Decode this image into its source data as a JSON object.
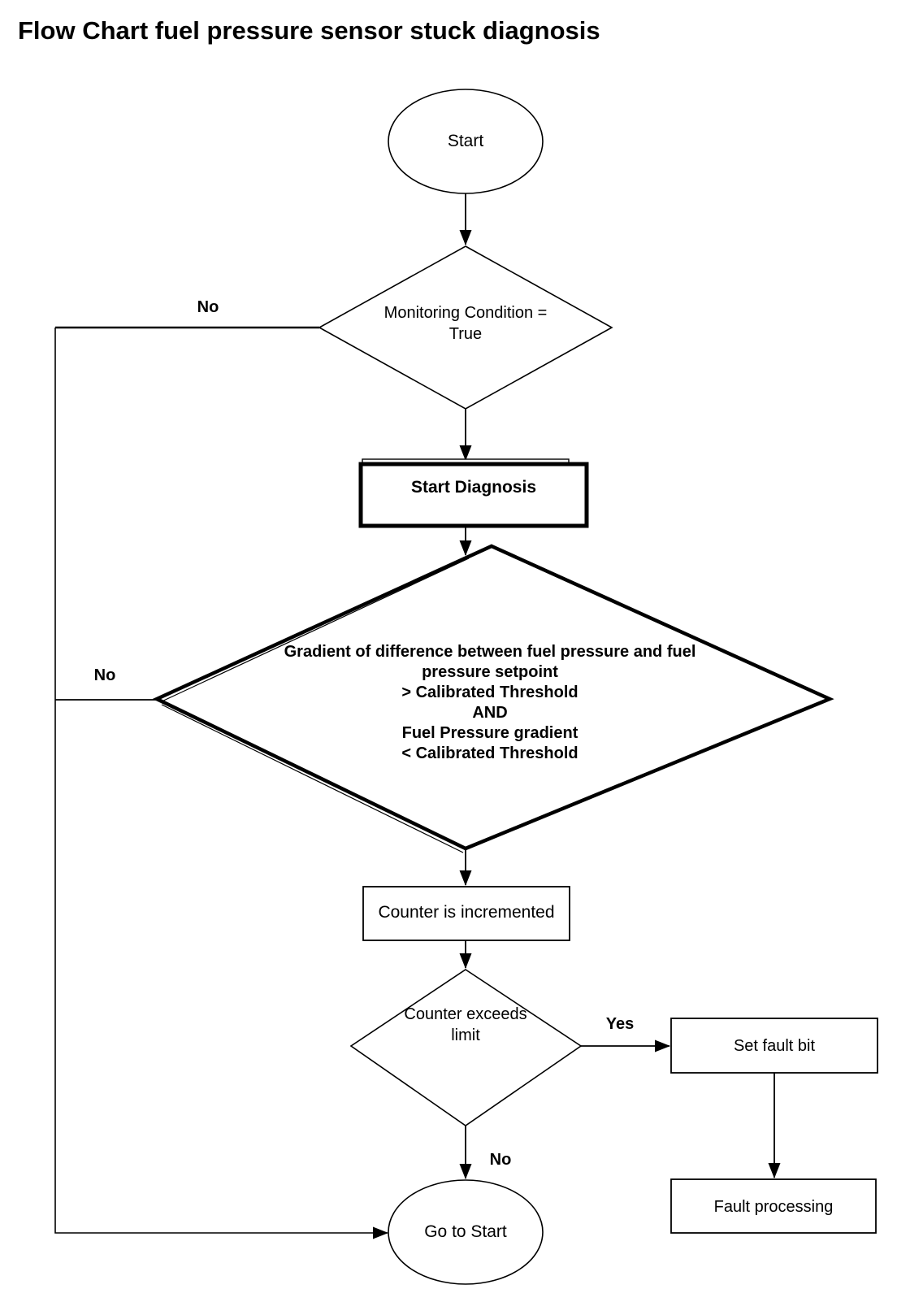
{
  "title": "Flow Chart fuel pressure sensor stuck diagnosis",
  "nodes": {
    "start": "Start",
    "monitoring": "Monitoring Condition =\nTrue",
    "start_diagnosis": "Start Diagnosis",
    "gradient": "Gradient of difference between fuel pressure and fuel\npressure setpoint\n> Calibrated Threshold\nAND\nFuel Pressure gradient\n< Calibrated Threshold",
    "counter_incremented": "Counter is incremented",
    "counter_exceeds": "Counter exceeds\nlimit",
    "set_fault_bit": "Set fault bit",
    "fault_processing": "Fault processing",
    "go_to_start": "Go to Start"
  },
  "edge_labels": {
    "monitoring_no": "No",
    "gradient_no": "No",
    "counter_yes": "Yes",
    "counter_no": "No"
  },
  "colors": {
    "line": "#000000",
    "text": "#000000",
    "background": "#ffffff"
  }
}
